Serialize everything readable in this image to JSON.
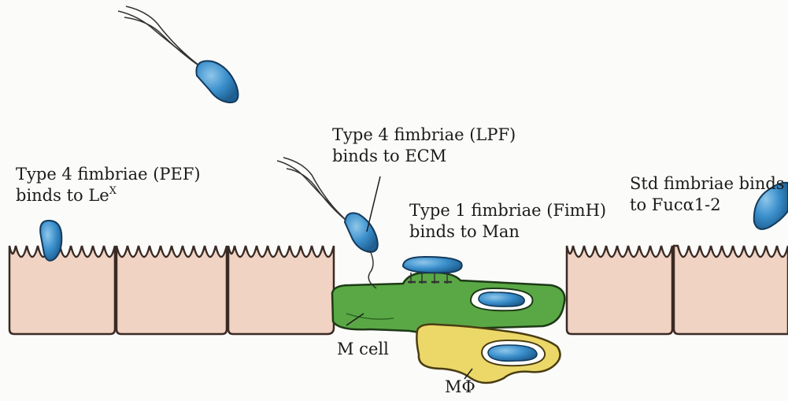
{
  "labels": {
    "pef_line1": "Type 4 fimbriae (PEF)",
    "pef_line2_pre": "binds to Le",
    "pef_line2_sup": "X",
    "lpf_line1": "Type 4 fimbriae (LPF)",
    "lpf_line2": "binds to ECM",
    "fimh_line1": "Type 1 fimbriae (FimH)",
    "fimh_line2": "binds to Man",
    "std_line1": "Std fimbriae binds",
    "std_line2": "to Fucα1-2",
    "m_cell": "M cell",
    "macrophage": "MΦ"
  },
  "colors": {
    "epithelium": "#f0d3c3",
    "m_cell": "#5aa845",
    "macrophage": "#ecd868",
    "bacterium": "#3a8fcc",
    "fimbriae": "#e8f4f8"
  }
}
